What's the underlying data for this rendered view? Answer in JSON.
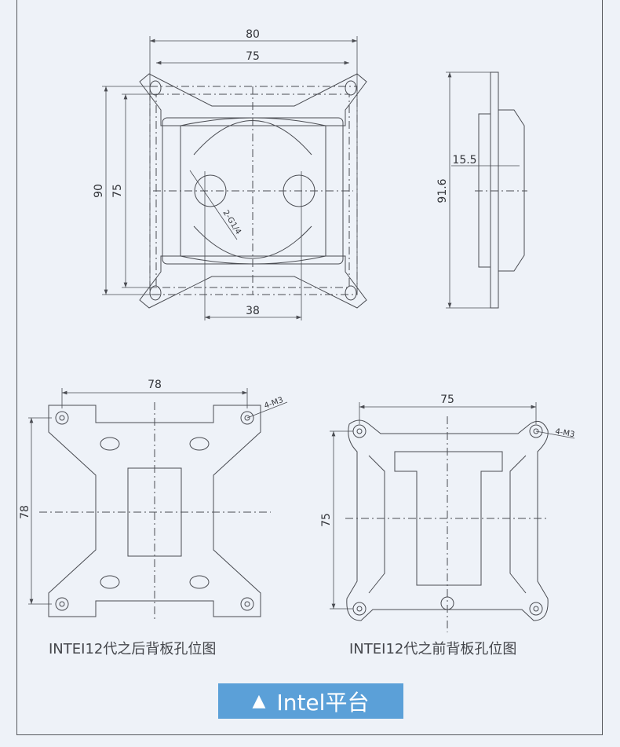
{
  "top_view": {
    "dim_width_outer": "80",
    "dim_width_inner": "75",
    "dim_height_outer": "90",
    "dim_height_inner": "75",
    "dim_port_spacing": "38",
    "port_label": "2-G1/4"
  },
  "side_view": {
    "dim_offset": "15.5",
    "dim_height": "91.6"
  },
  "backplate_after": {
    "dim_width": "78",
    "dim_height": "78",
    "hole_label": "4-M3",
    "caption": "INTEI12代之后背板孔位图"
  },
  "backplate_before": {
    "dim_width": "75",
    "dim_height": "75",
    "hole_label": "4-M3",
    "caption": "INTEI12代之前背板孔位图"
  },
  "platform_button": {
    "icon": "triangle-up-icon",
    "label": "Intel平台",
    "color": "#5ba0d8"
  }
}
